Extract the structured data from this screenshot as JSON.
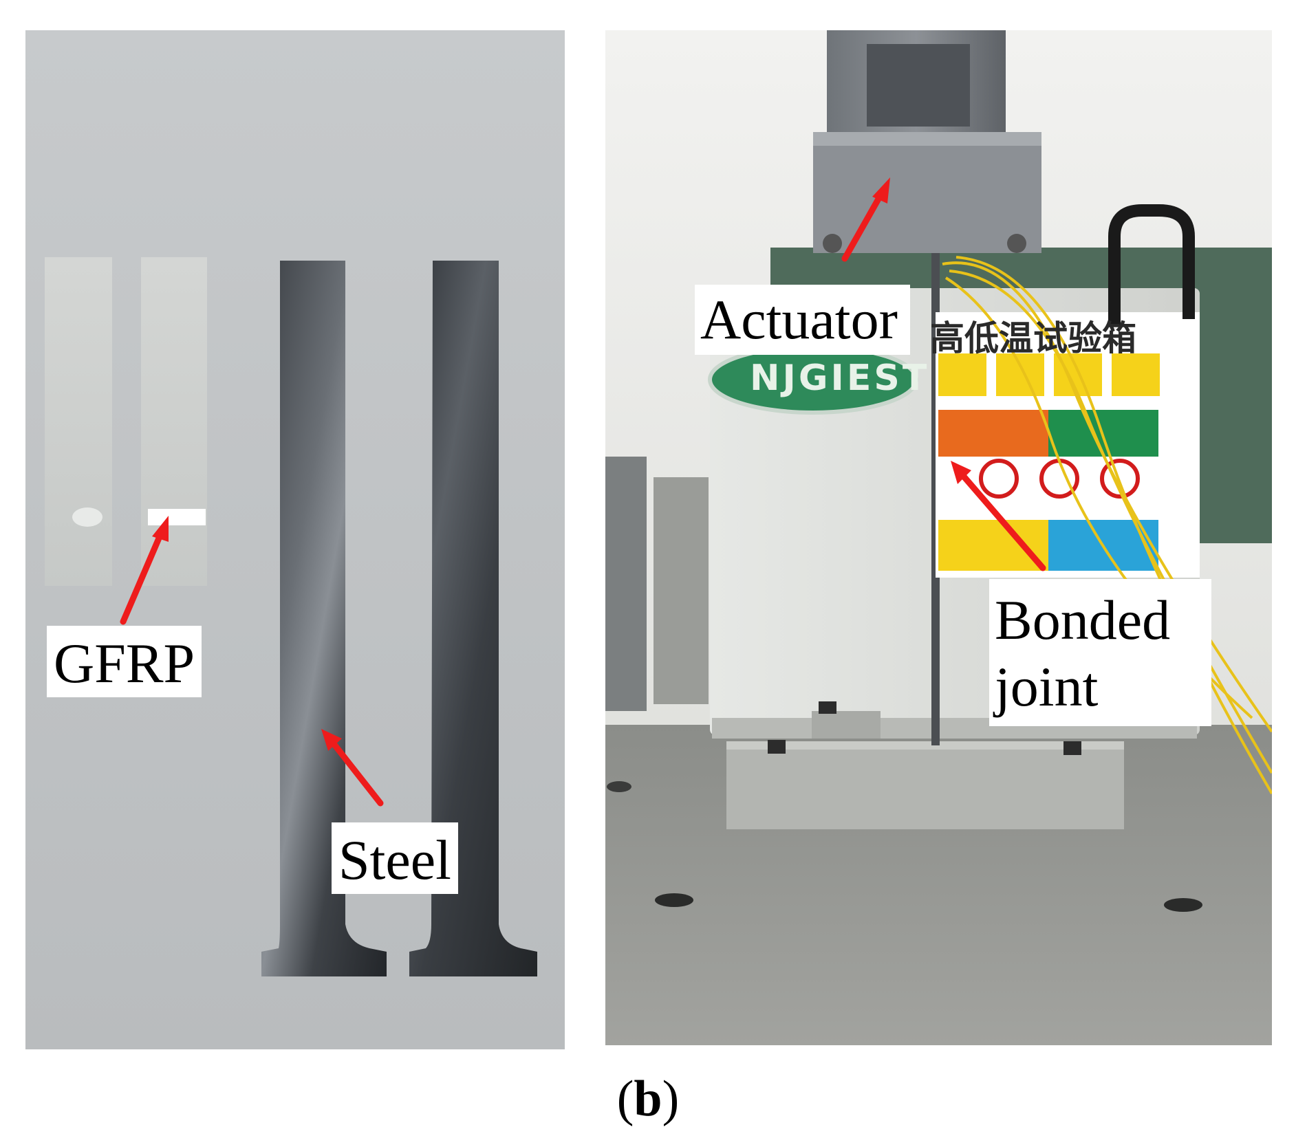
{
  "panel_a": {
    "labels": {
      "gfrp": "GFRP",
      "steel": "Steel"
    }
  },
  "panel_b": {
    "labels": {
      "actuator": "Actuator",
      "bonded_joint": "Bonded\njoint"
    },
    "sign_text": "高低温试验箱",
    "logo_text": "NJGIEST"
  },
  "caption": {
    "open": "(",
    "letter": "b",
    "close": ")"
  },
  "colors": {
    "arrow": "#ee1c1c",
    "logo_green": "#2e8a5a",
    "sign_yellow": "#f5d21a"
  }
}
